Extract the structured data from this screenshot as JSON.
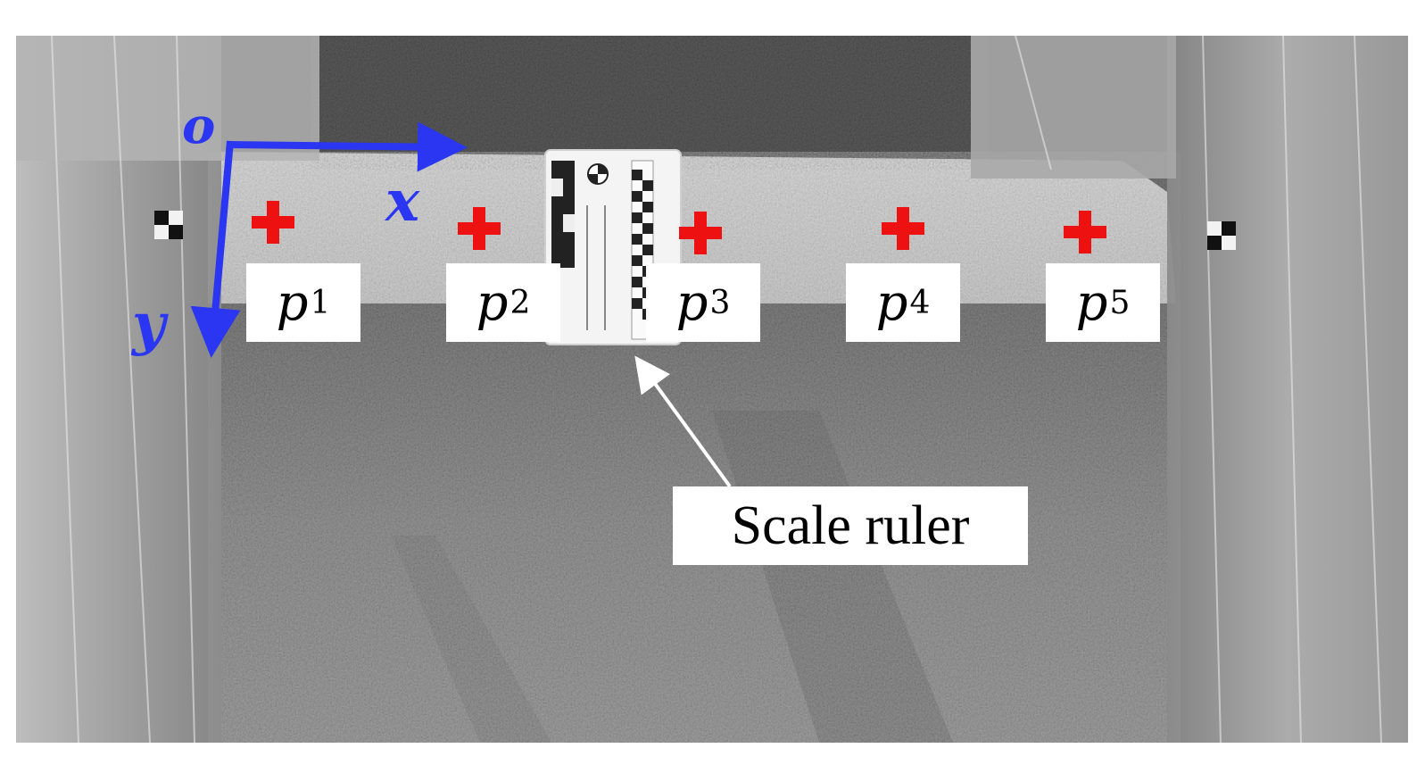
{
  "axes": {
    "origin": "o",
    "x": "x",
    "y": "y",
    "color": "#2a36f2"
  },
  "points": [
    {
      "name": "p",
      "sub": "1"
    },
    {
      "name": "p",
      "sub": "2"
    },
    {
      "name": "p",
      "sub": "3"
    },
    {
      "name": "p",
      "sub": "4"
    },
    {
      "name": "p",
      "sub": "5"
    }
  ],
  "marker_color": "#ee1111",
  "annotation": {
    "text": "Scale ruler"
  }
}
